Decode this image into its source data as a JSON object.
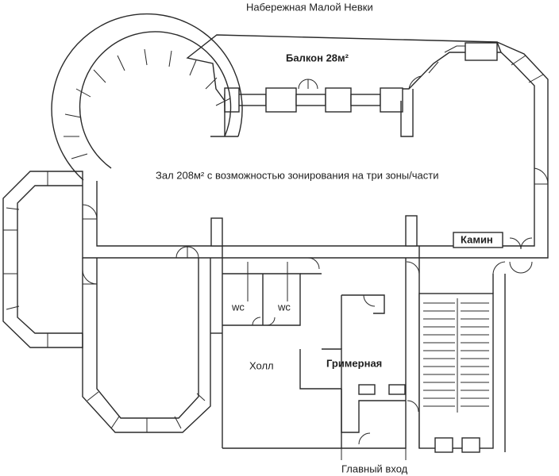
{
  "plan": {
    "street_label": "Набережная Малой Невки",
    "balcony_label": "Балкон 28м²",
    "hall_label": "Зал 208м² с возможностью зонирования на три зоны/части",
    "fireplace_label": "Камин",
    "wc_left_label": "wc",
    "wc_right_label": "wc",
    "lobby_label": "Холл",
    "dressing_room_label": "Гримерная",
    "main_entrance_label": "Главный вход"
  }
}
